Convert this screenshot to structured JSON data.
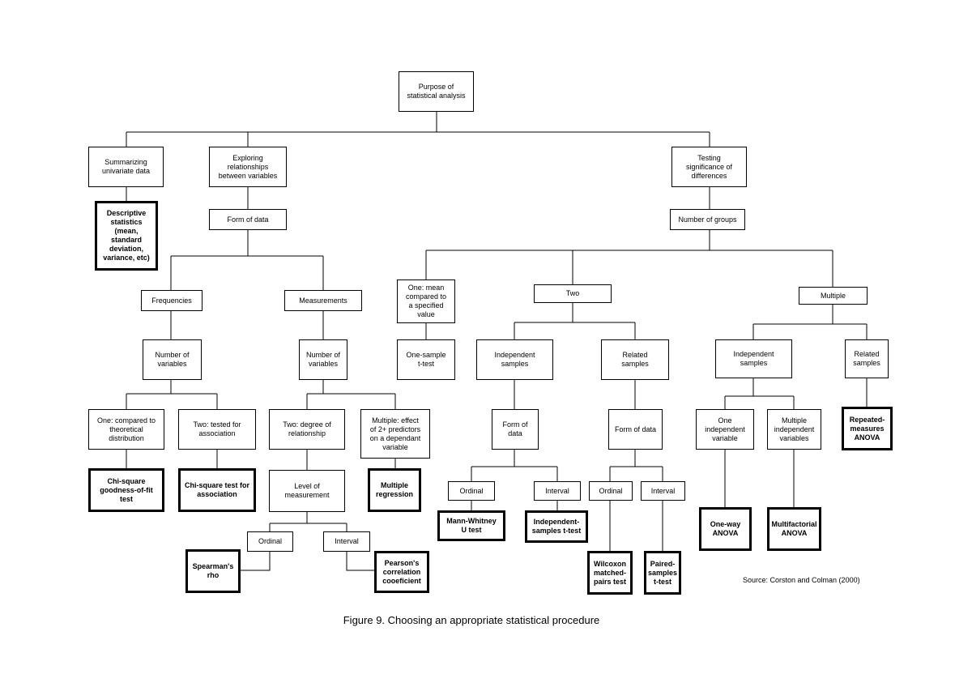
{
  "nodes": {
    "purpose": "Purpose of\nstatistical analysis",
    "summarizing": "Summarizing\nunivariate data",
    "exploring": "Exploring\nrelationships\nbetween variables",
    "testing": "Testing\nsignificance of\ndifferences",
    "descriptive": "Descriptive\nstatistics\n(mean,\nstandard\ndeviation,\nvariance, etc)",
    "form_of_data_a": "Form of data",
    "number_of_groups": "Number of groups",
    "frequencies": "Frequencies",
    "measurements": "Measurements",
    "one_mean": "One: mean\ncompared to\na specified\nvalue",
    "two": "Two",
    "multiple": "Multiple",
    "num_vars_freq": "Number of\nvariables",
    "num_vars_meas": "Number of\nvariables",
    "one_sample_t": "One-sample\nt-test",
    "indep_two": "Independent\nsamples",
    "related_two": "Related\nsamples",
    "indep_multi": "Independent\nsamples",
    "related_multi": "Related\nsamples",
    "one_theoretical": "One: compared to\ntheoretical\ndistribution",
    "two_tested": "Two: tested for\nassociation",
    "two_degree": "Two: degree of\nrelationship",
    "multiple_effect": "Multiple: effect\nof 2+ predictors\non a dependant\nvariable",
    "form_of_data_b": "Form of\ndata",
    "form_of_data_c": "Form of data",
    "one_indep_var": "One\nindependent\nvariable",
    "multi_indep_vars": "Multiple\nindependent\nvariables",
    "repeated_anova": "Repeated-\nmeasures\nANOVA",
    "chi_gof": "Chi-square\ngoodness-of-fit\ntest",
    "chi_assoc": "Chi-square test for\nassociation",
    "level_measurement": "Level of\nmeasurement",
    "multiple_regression": "Multiple\nregression",
    "ordinal_b": "Ordinal",
    "interval_b": "Interval",
    "ordinal_c": "Ordinal",
    "interval_c": "Interval",
    "mann_whitney": "Mann-Whitney\nU test",
    "indep_t": "Independent-\nsamples t-test",
    "one_way_anova": "One-way\nANOVA",
    "multifactorial_anova": "Multifactorial\nANOVA",
    "ordinal_a": "Ordinal",
    "interval_a": "Interval",
    "wilcoxon": "Wilcoxon\nmatched-\npairs test",
    "paired_t": "Paired-\nsamples\nt-test",
    "spearman": "Spearman's\nrho",
    "pearson": "Pearson's\ncorrelation\ncooeficient"
  },
  "source": "Source: Corston and Colman (2000)",
  "caption": "Figure 9. Choosing an appropriate statistical procedure"
}
